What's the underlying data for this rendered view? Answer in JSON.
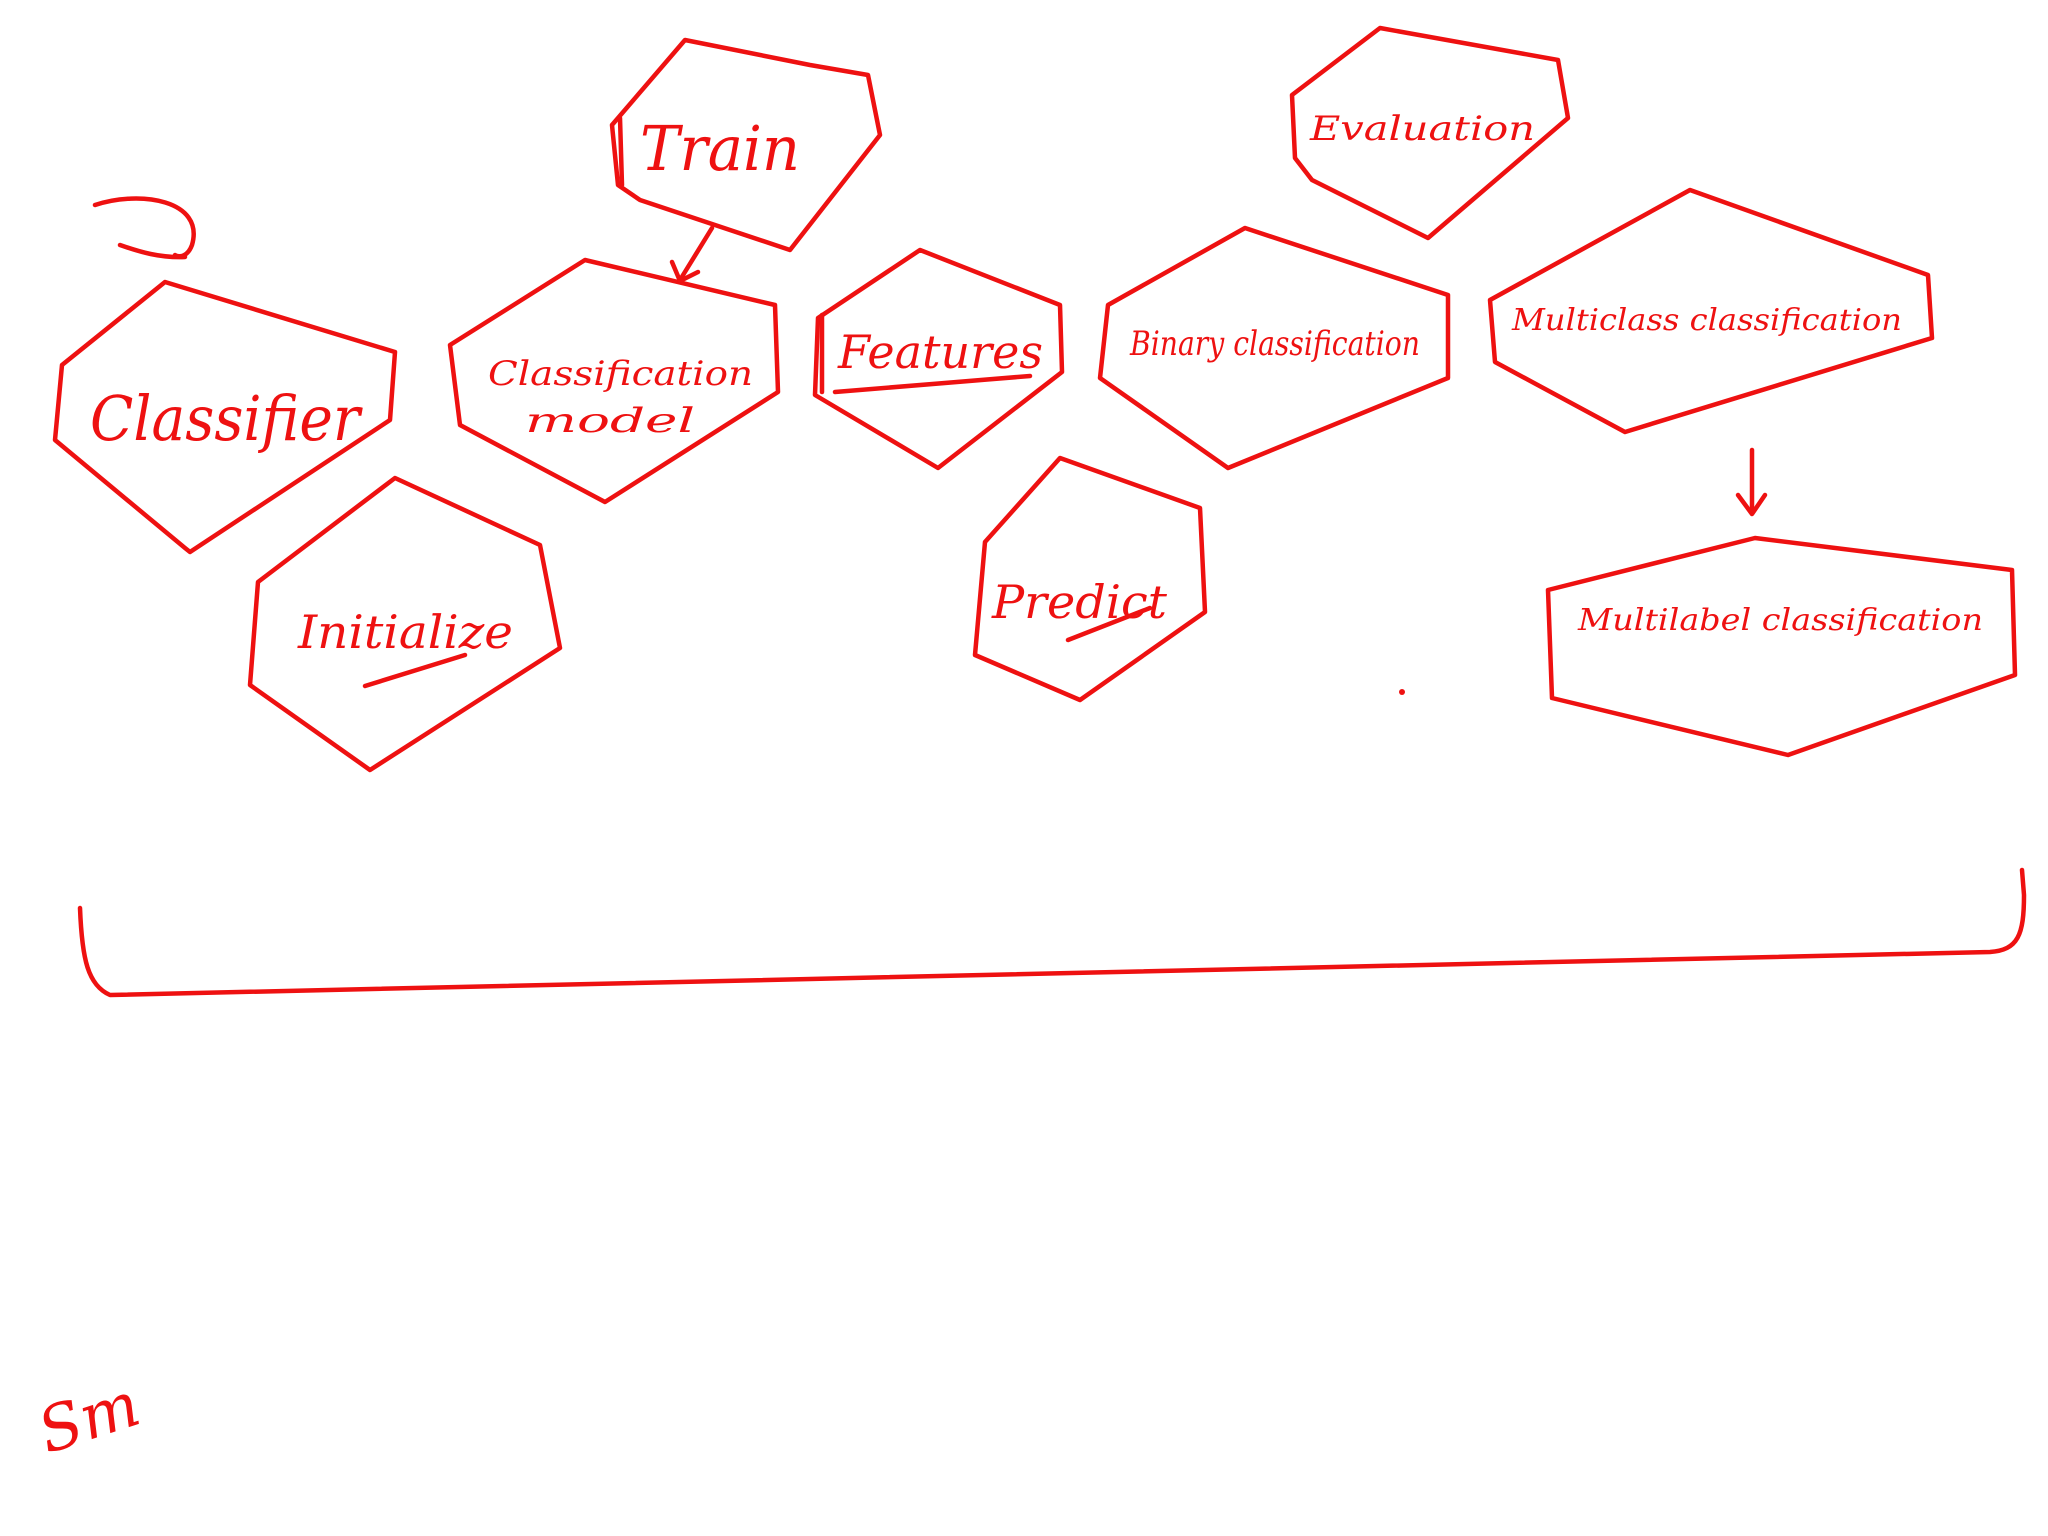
{
  "colors": {
    "ink": "#ee1111",
    "background": "#ffffff"
  },
  "nodes": {
    "classifier": "Classifier",
    "initialize": "Initialize",
    "classification_model_line1": "Classification",
    "classification_model_line2": "model",
    "train": "Train",
    "features": "Features",
    "predict": "Predict",
    "evaluation": "Evaluation",
    "binary_classification": "Binary classification",
    "multiclass_classification": "Multiclass classification",
    "multilabel_classification": "Multilabel classification"
  },
  "signature": "Sm"
}
